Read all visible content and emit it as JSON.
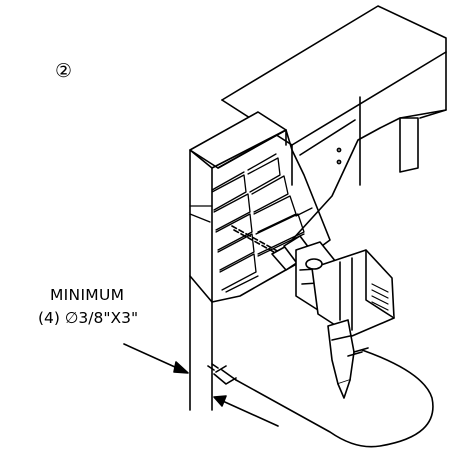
{
  "step_marker": "②",
  "callout": {
    "line1": "MINIMUM",
    "line2": "(4) ∅3/8\"X3\""
  },
  "colors": {
    "ink": "#000000",
    "paper": "#ffffff"
  }
}
